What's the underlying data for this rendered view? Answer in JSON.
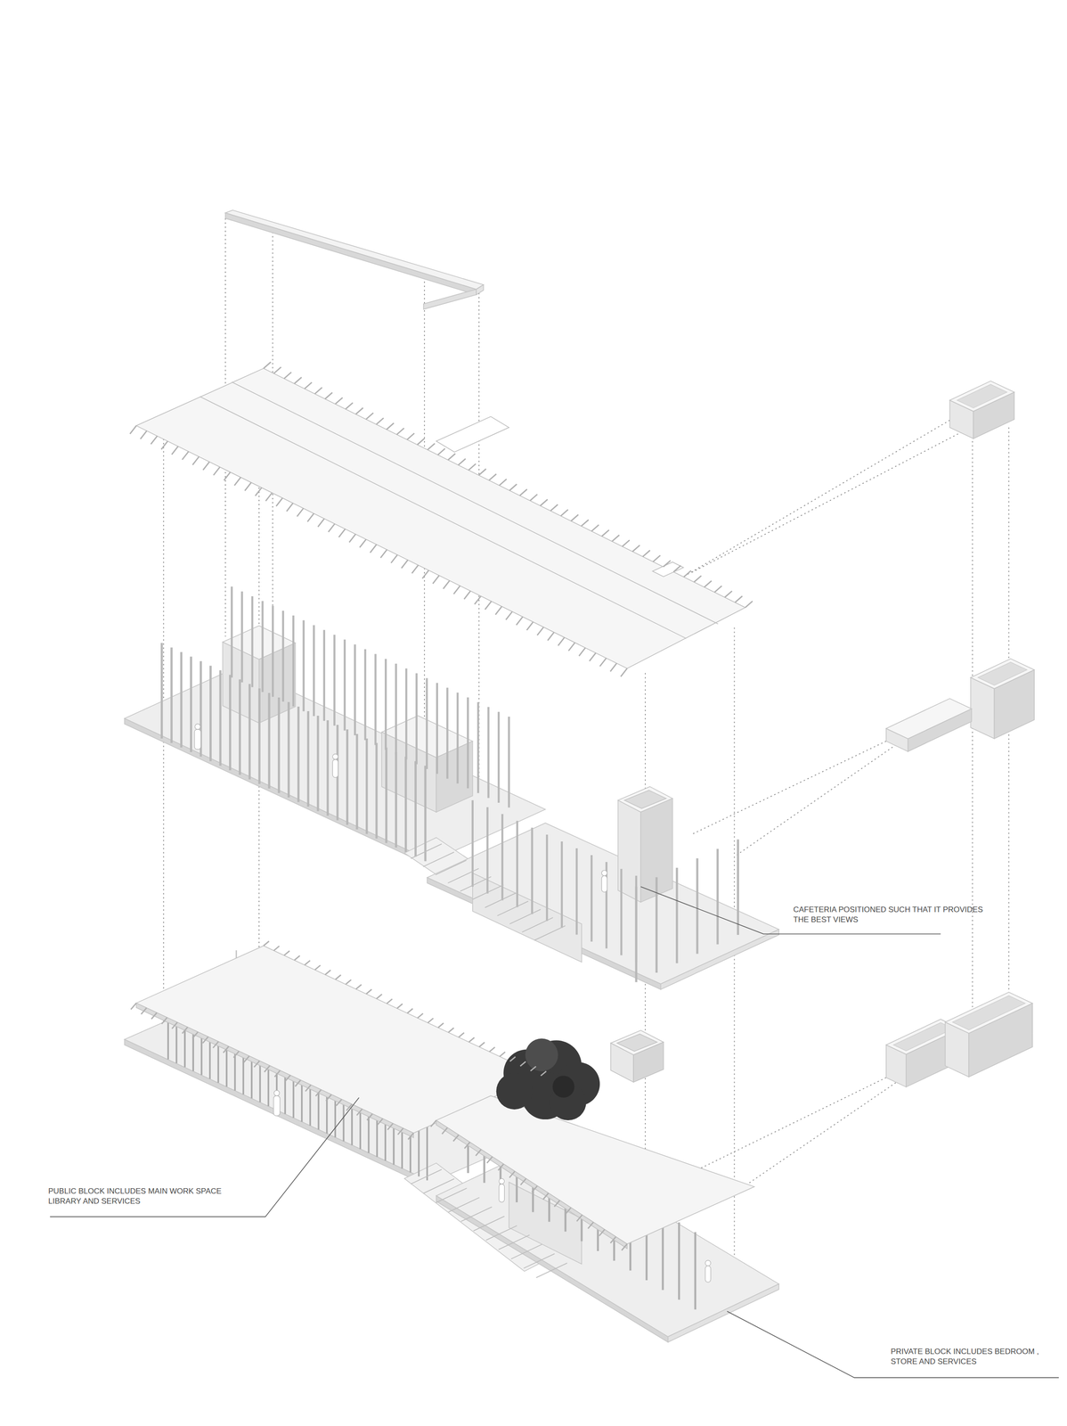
{
  "diagram": {
    "labels": [
      "CAFETERIA POSITIONED SUCH THAT IT PROVIDES THE BEST VIEWS",
      "PUBLIC BLOCK INCLUDES MAIN WORK SPACE LIBRARY AND SERVICES",
      "PRIVATE BLOCK INCLUDES BEDROOM , STORE AND SERVICES"
    ]
  }
}
